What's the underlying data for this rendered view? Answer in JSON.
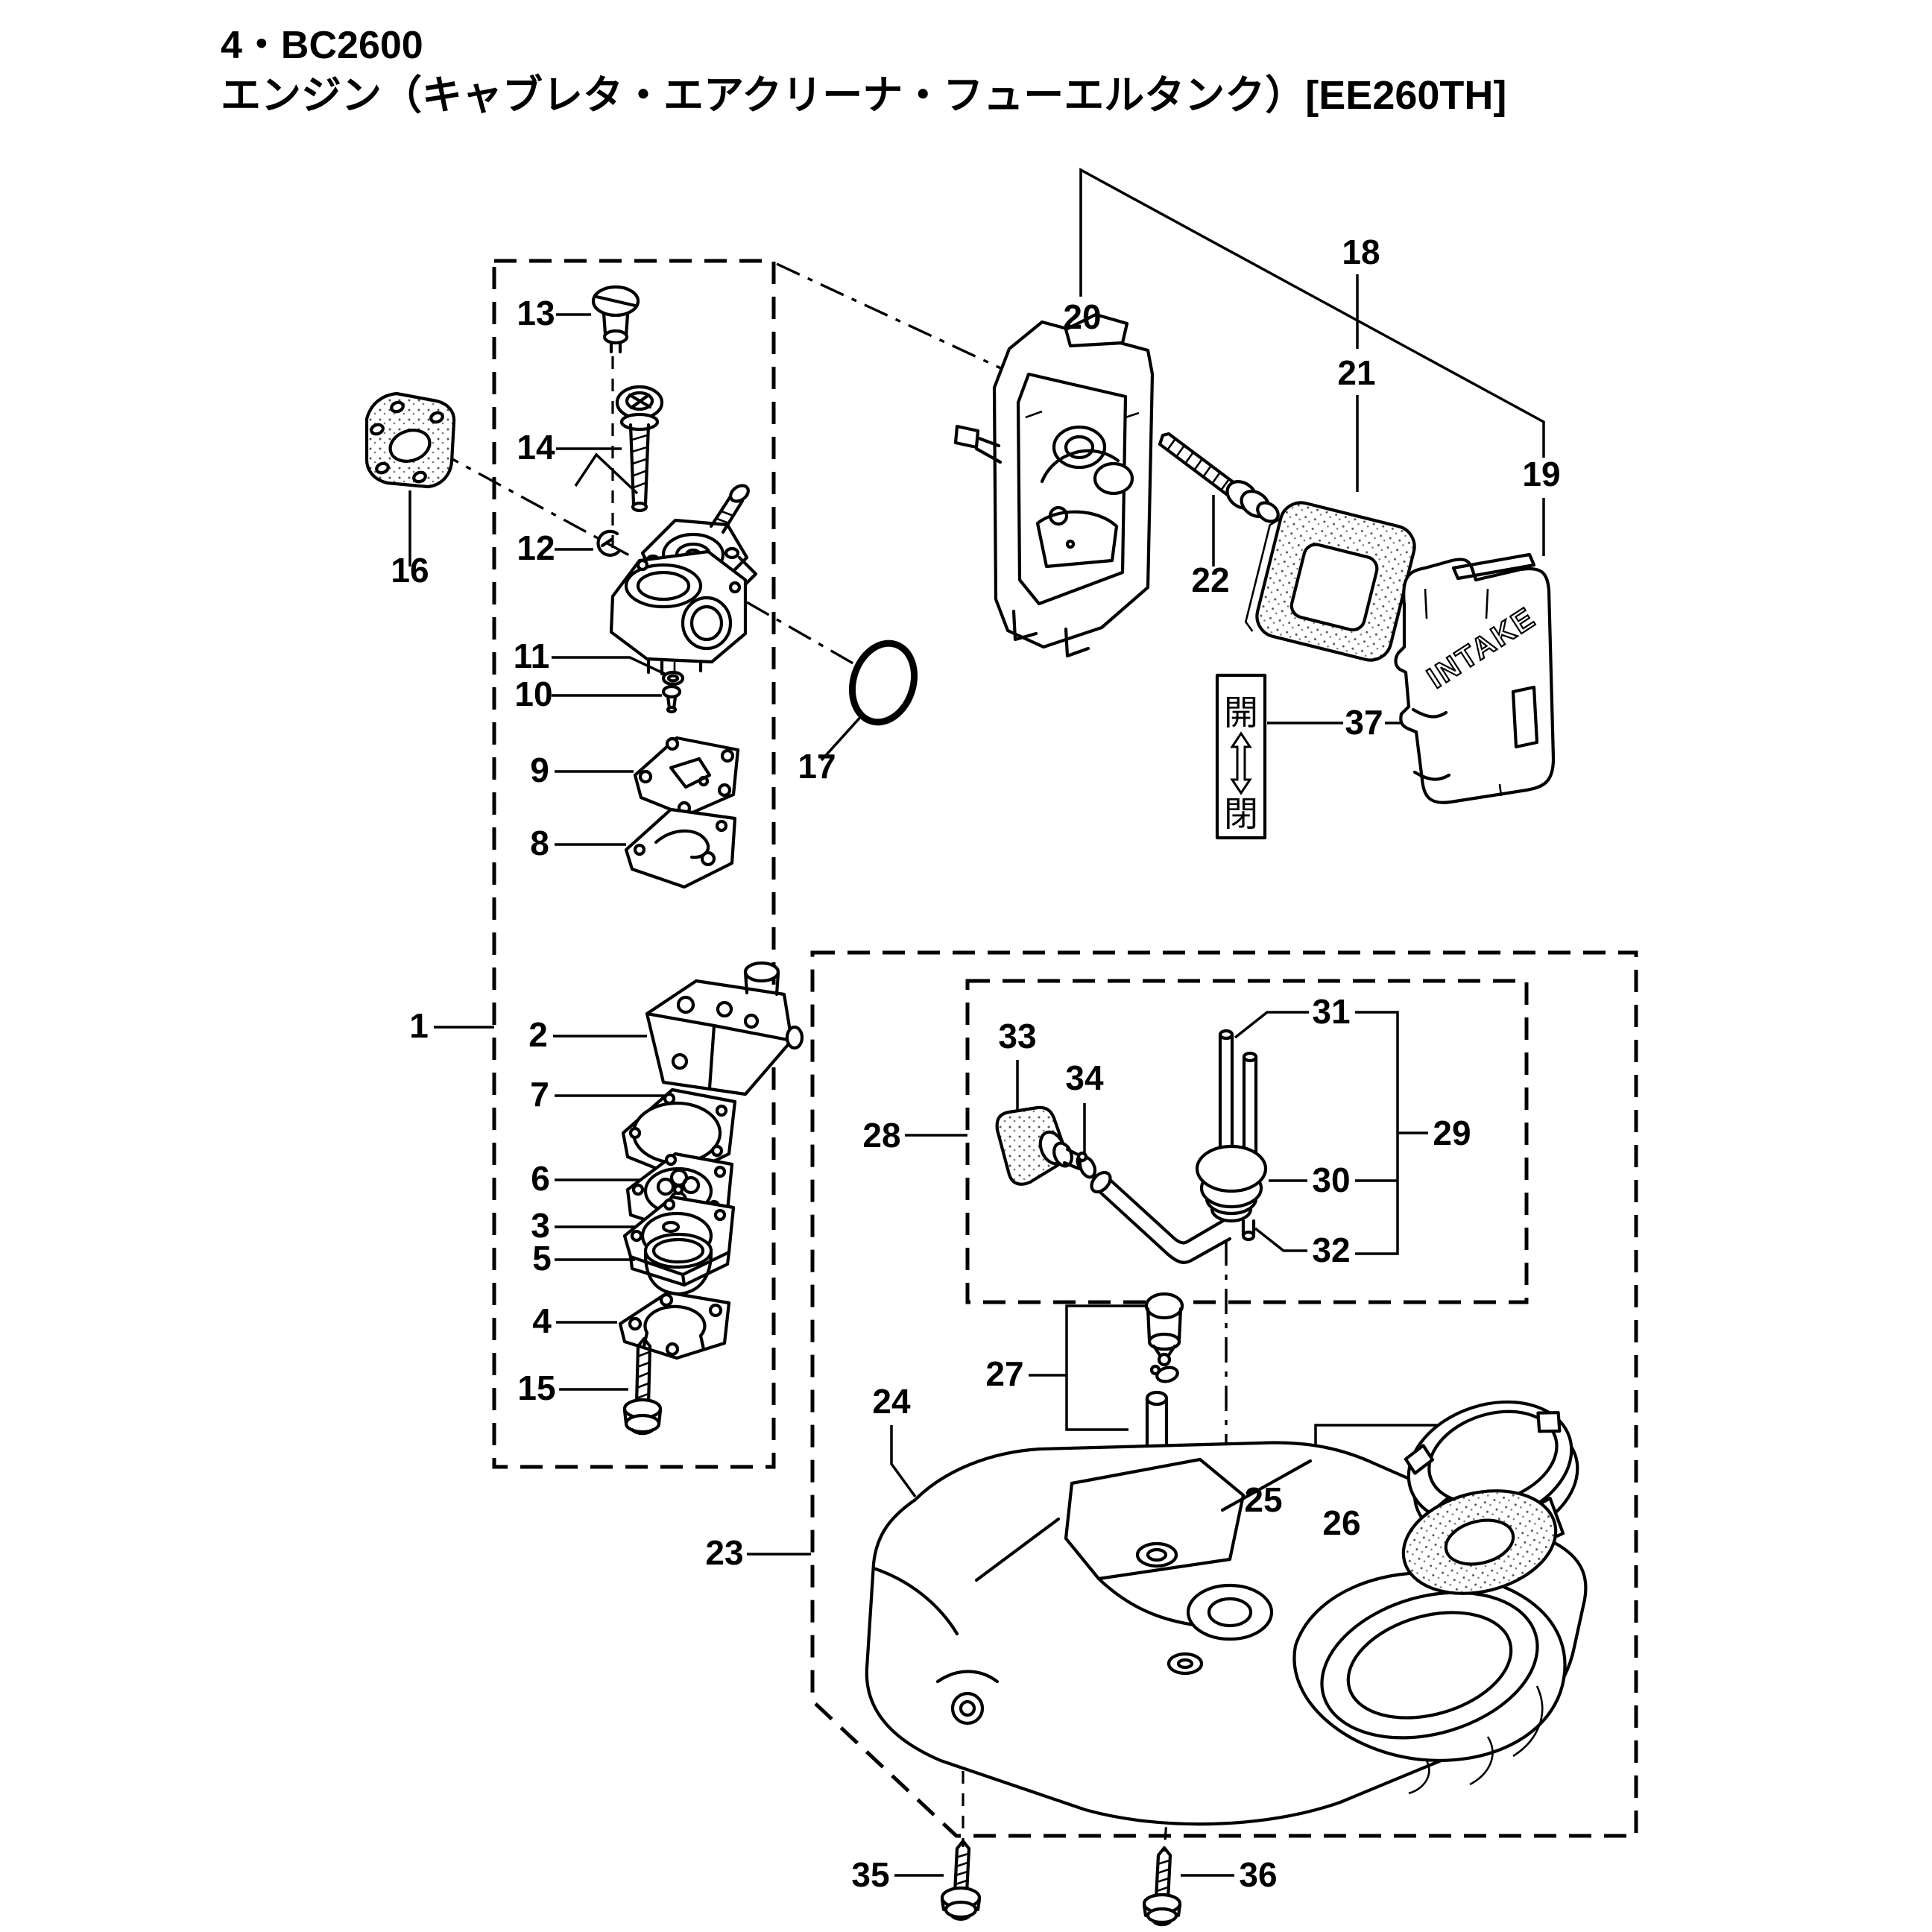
{
  "page": {
    "title_line1": "4・BC2600",
    "title_line2": "エンジン（キャブレタ・エアクリーナ・フューエルタンク）[EE260TH]"
  },
  "diagram": {
    "cover_text": "INTAKE",
    "choke_indicator": {
      "open": "開",
      "close": "閉"
    },
    "part_labels": {
      "p1": "1",
      "p2": "2",
      "p3": "3",
      "p4": "4",
      "p5": "5",
      "p6": "6",
      "p7": "7",
      "p8": "8",
      "p9": "9",
      "p10": "10",
      "p11": "11",
      "p12": "12",
      "p13": "13",
      "p14": "14",
      "p15": "15",
      "p16": "16",
      "p17": "17",
      "p18": "18",
      "p19": "19",
      "p20": "20",
      "p21": "21",
      "p22": "22",
      "p23": "23",
      "p24": "24",
      "p25": "25",
      "p26": "26",
      "p27": "27",
      "p28": "28",
      "p29": "29",
      "p30": "30",
      "p31": "31",
      "p32": "32",
      "p33": "33",
      "p34": "34",
      "p35": "35",
      "p36": "36",
      "p37": "37"
    }
  }
}
